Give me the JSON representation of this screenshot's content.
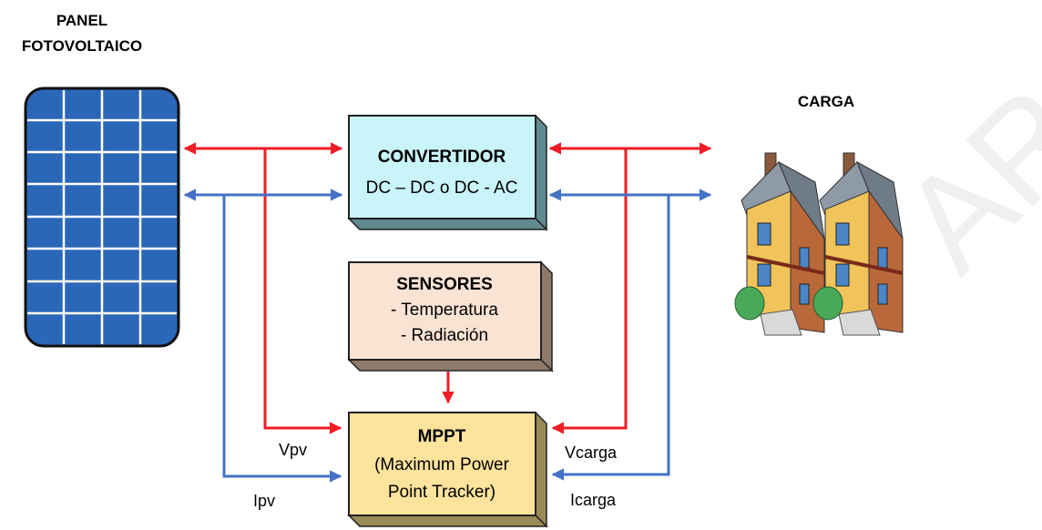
{
  "panel": {
    "title_line1": "PANEL",
    "title_line2": "FOTOVOLTAICO"
  },
  "load": {
    "title": "CARGA"
  },
  "converter": {
    "title": "CONVERTIDOR",
    "subtitle": "DC – DC o DC - AC"
  },
  "sensors": {
    "title": "SENSORES",
    "line1": "- Temperatura",
    "line2": "- Radiación"
  },
  "mppt": {
    "title": "MPPT",
    "line1": "(Maximum Power",
    "line2": "Point Tracker)"
  },
  "signals": {
    "vpv": "Vpv",
    "ipv": "Ipv",
    "vcarga": "Vcarga",
    "icarga": "Icarga"
  },
  "colors": {
    "voltage_line": "#ee1c25",
    "current_line": "#4472c4",
    "panel_fill": "#2b67b8",
    "converter_fill": "#c9f4f9",
    "sensors_fill": "#fbe3d4",
    "mppt_fill": "#fde39c"
  },
  "watermark": "AR"
}
